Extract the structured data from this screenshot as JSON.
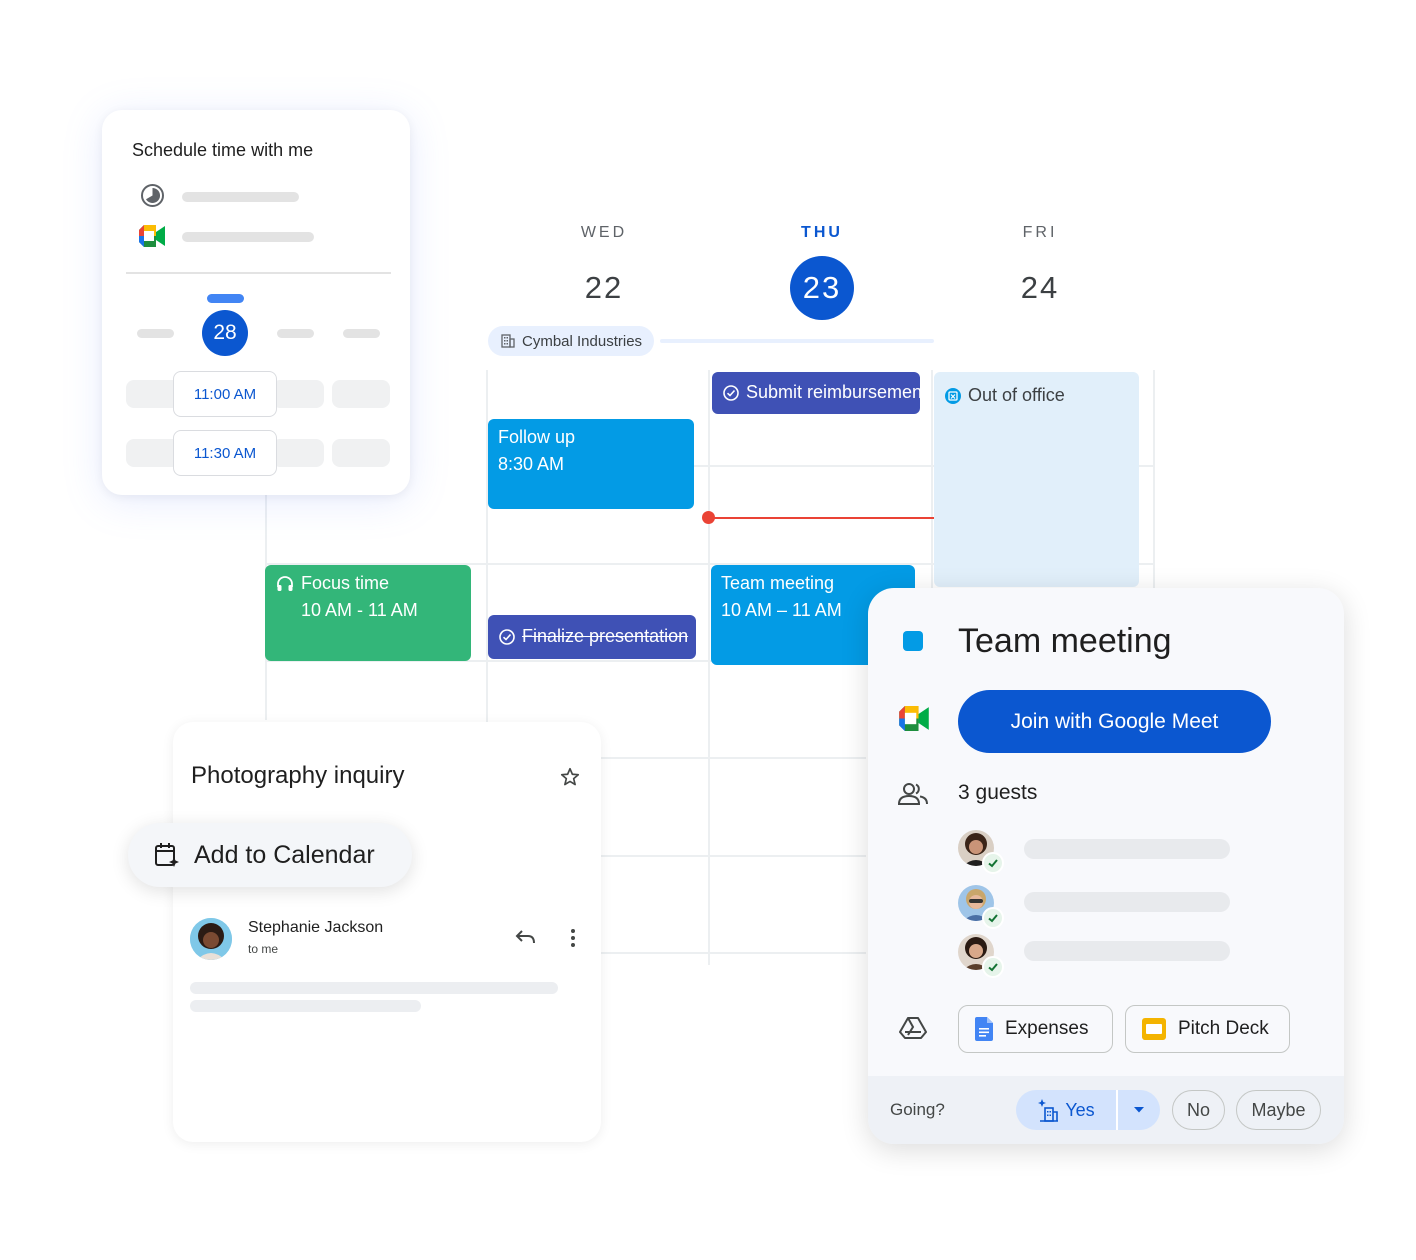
{
  "schedule_card": {
    "title": "Schedule time with me",
    "selected_date": "28",
    "slots": [
      "11:00 AM",
      "11:30 AM"
    ]
  },
  "calendar": {
    "days": [
      {
        "name": "WED",
        "number": "22",
        "today": false
      },
      {
        "name": "THU",
        "number": "23",
        "today": true
      },
      {
        "name": "FRI",
        "number": "24",
        "today": false
      }
    ],
    "all_day_event": "Cymbal Industries",
    "events": {
      "submit": "Submit reimbursement",
      "follow_up_title": "Follow up",
      "follow_up_time": "8:30 AM",
      "focus_title": "Focus time",
      "focus_time": "10 AM - 11 AM",
      "finalize": "Finalize presentation",
      "team_title": "Team meeting",
      "team_time": "10 AM – 11 AM",
      "ooo": "Out of office"
    }
  },
  "email_card": {
    "subject": "Photography inquiry",
    "add_to_calendar": "Add to Calendar",
    "sender_name": "Stephanie Jackson",
    "sender_to": "to me"
  },
  "event_detail": {
    "title": "Team meeting",
    "join_label": "Join with Google Meet",
    "guests_label": "3 guests",
    "attachments": [
      "Expenses",
      "Pitch Deck"
    ],
    "going_label": "Going?",
    "yes_label": "Yes",
    "no_label": "No",
    "maybe_label": "Maybe"
  },
  "colors": {
    "primary_blue": "#0b57d0",
    "event_blue": "#039be5",
    "task_indigo": "#3f51b5",
    "focus_green": "#33b679",
    "now_red": "#ea4335"
  }
}
